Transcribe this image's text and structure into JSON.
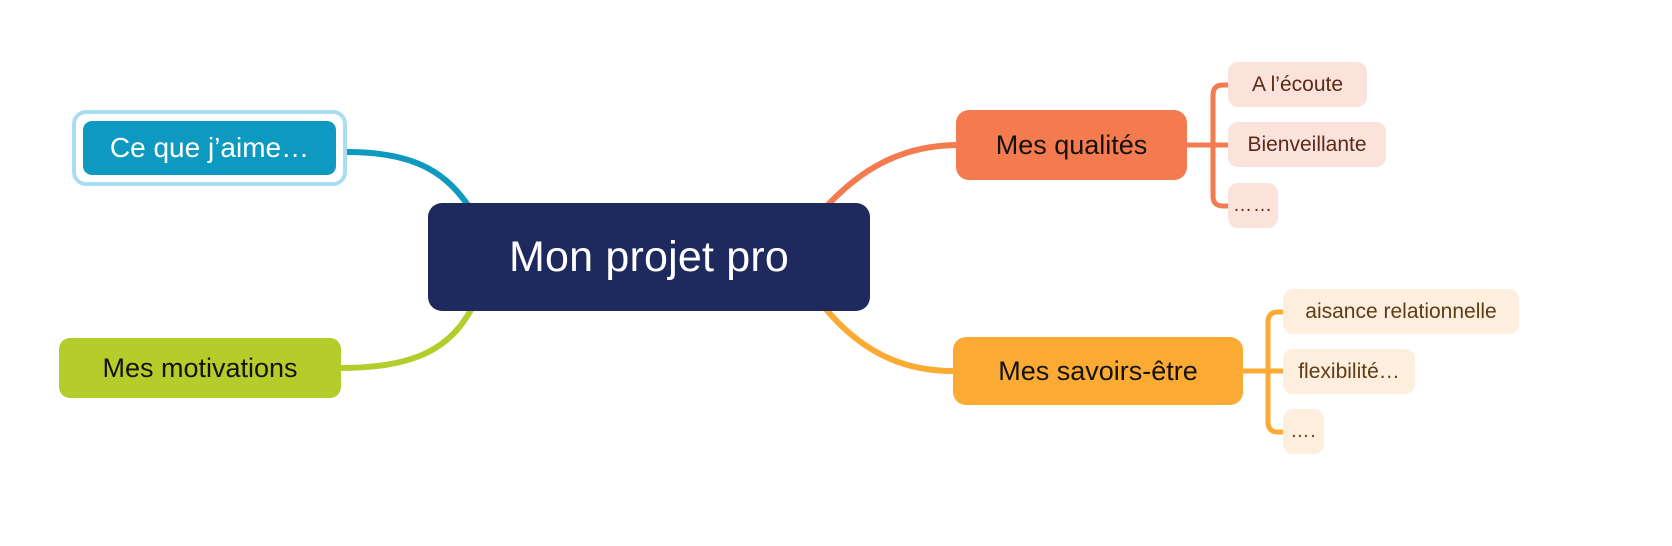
{
  "diagram": {
    "type": "mind-map",
    "title": "Mon projet pro",
    "background_color": "#ffffff",
    "root": {
      "label": "Mon projet pro",
      "fill": "#1e2a5e",
      "text_color": "#ffffff"
    },
    "branches": [
      {
        "id": "ce-que-jaime",
        "label": "Ce que j’aime…",
        "fill": "#0e9ac0",
        "text_color": "#ffffff",
        "selection_border": "#a9ddf2",
        "selected": true,
        "side": "left",
        "connector_color": "#0e9ac0",
        "children": []
      },
      {
        "id": "mes-motivations",
        "label": "Mes motivations",
        "fill": "#b5cd2b",
        "text_color": "#15120d",
        "side": "left",
        "connector_color": "#b5cd2b",
        "children": []
      },
      {
        "id": "mes-qualites",
        "label": "Mes qualités",
        "fill": "#f47b4f",
        "text_color": "#15120d",
        "side": "right",
        "connector_color": "#f47b4f",
        "children": [
          {
            "label": "A l’écoute",
            "fill": "#fbe2da",
            "text_color": "#5b2a18"
          },
          {
            "label": "Bienveillante",
            "fill": "#fbe2da",
            "text_color": "#5b2a18"
          },
          {
            "label": "……",
            "fill": "#fbe2da",
            "text_color": "#5b2a18"
          }
        ]
      },
      {
        "id": "mes-savoirs-etre",
        "label": "Mes savoirs-être",
        "fill": "#fbab34",
        "text_color": "#15120d",
        "side": "right",
        "connector_color": "#fbab34",
        "children": [
          {
            "label": "aisance relationnelle",
            "fill": "#fdeedd",
            "text_color": "#5b3d16"
          },
          {
            "label": "flexibilité…",
            "fill": "#fdeedd",
            "text_color": "#5b3d16"
          },
          {
            "label": "….",
            "fill": "#fdeedd",
            "text_color": "#5b3d16"
          }
        ]
      }
    ]
  }
}
